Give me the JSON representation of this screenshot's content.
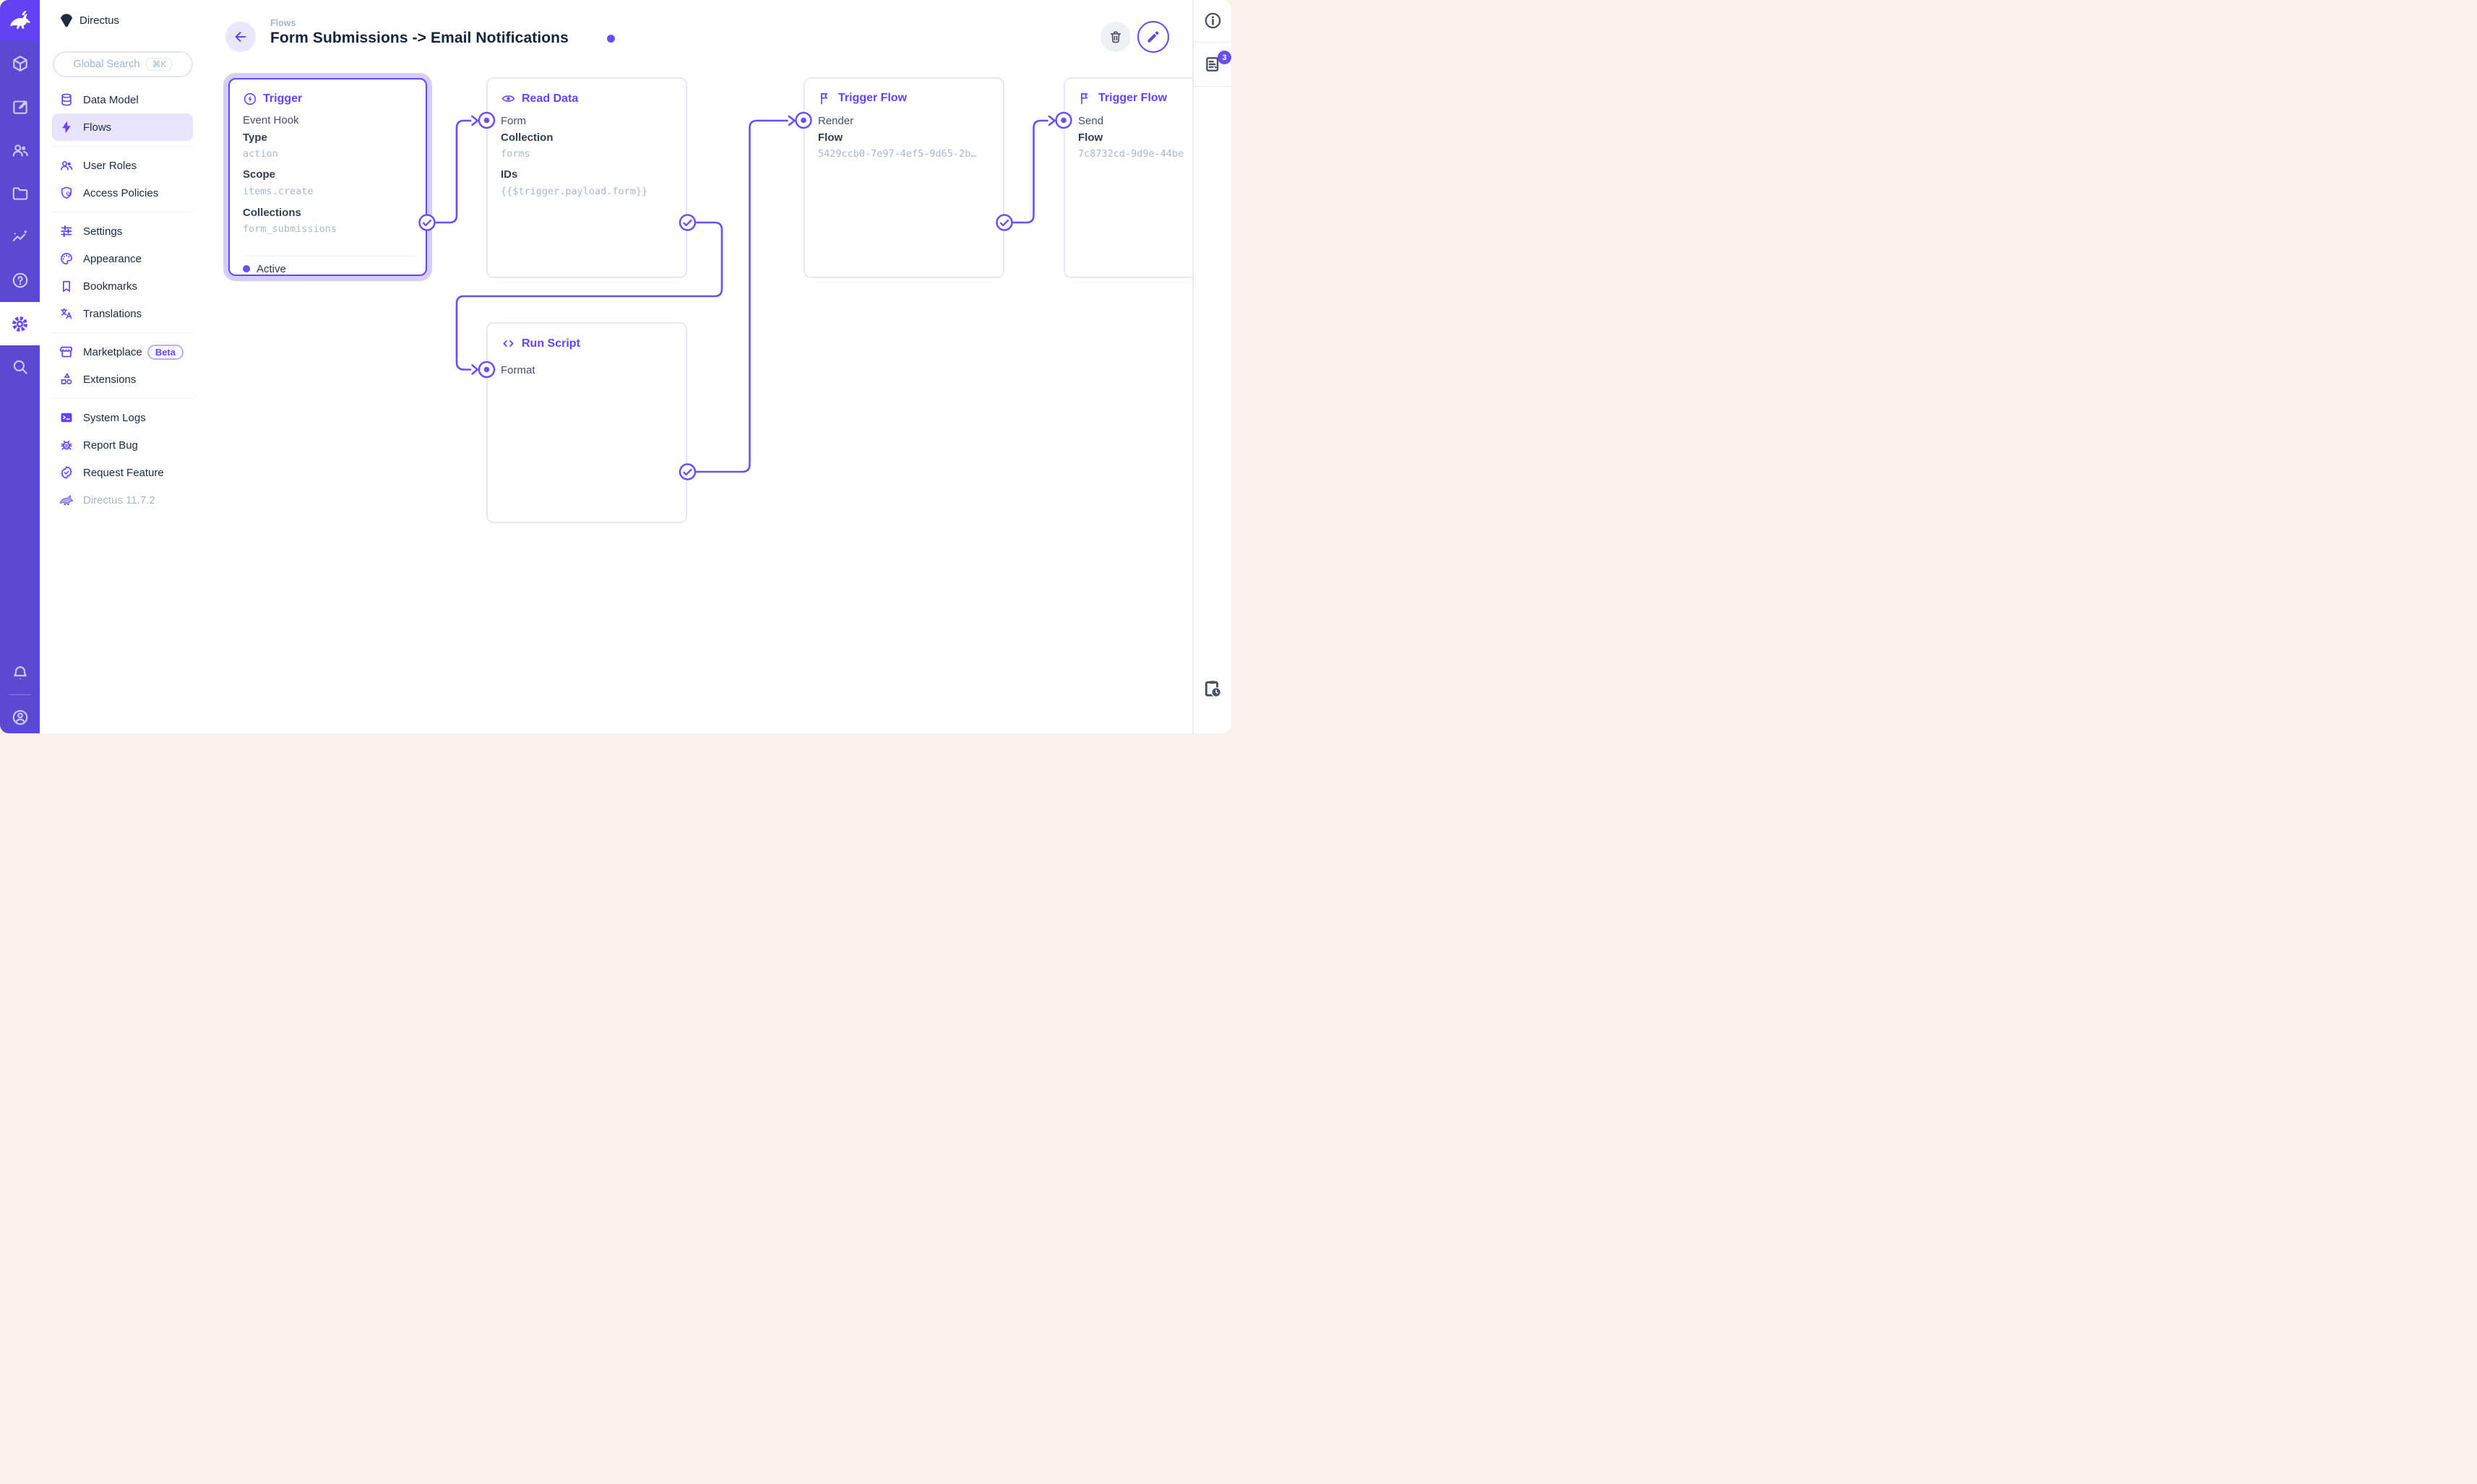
{
  "project": {
    "name": "Directus"
  },
  "sidebar": {
    "search": {
      "placeholder": "Global Search",
      "shortcut": "⌘K"
    },
    "items": {
      "dataModel": "Data Model",
      "flows": "Flows",
      "userRoles": "User Roles",
      "accessPolicies": "Access Policies",
      "settings": "Settings",
      "appearance": "Appearance",
      "bookmarks": "Bookmarks",
      "translations": "Translations",
      "marketplace": "Marketplace",
      "marketplaceBadge": "Beta",
      "extensions": "Extensions",
      "systemLogs": "System Logs",
      "reportBug": "Report Bug",
      "requestFeature": "Request Feature"
    },
    "version": "Directus 11.7.2"
  },
  "header": {
    "breadcrumb": "Flows",
    "title": "Form Submissions -> Email Notifications"
  },
  "flow": {
    "trigger": {
      "title": "Trigger",
      "kind": "Event Hook",
      "typeLabel": "Type",
      "typeValue": "action",
      "scopeLabel": "Scope",
      "scopeValue": "items.create",
      "collectionsLabel": "Collections",
      "collectionsValue": "form_submissions",
      "status": "Active"
    },
    "readData": {
      "title": "Read Data",
      "name": "Form",
      "collectionLabel": "Collection",
      "collectionValue": "forms",
      "idsLabel": "IDs",
      "idsValue": "{{$trigger.payload.form}}"
    },
    "runScript": {
      "title": "Run Script",
      "name": "Format"
    },
    "triggerFlowRender": {
      "title": "Trigger Flow",
      "name": "Render",
      "flowLabel": "Flow",
      "flowValue": "5429ccb0-7e97-4ef5-9d65-2b…"
    },
    "triggerFlowSend": {
      "title": "Trigger Flow",
      "name": "Send",
      "flowLabel": "Flow",
      "flowValue": "7c8732cd-9d9e-44be"
    }
  },
  "rightRail": {
    "noticesCount": "3"
  },
  "colors": {
    "accent": "#6644ff",
    "moduleBar": "#5a49d2",
    "logoBg": "#6242f4",
    "navActiveBg": "#e9e4fc",
    "monoText": "#a8b7cb",
    "cardBorder": "#e5eaf2",
    "pageBackground": "#f7f1ea"
  }
}
